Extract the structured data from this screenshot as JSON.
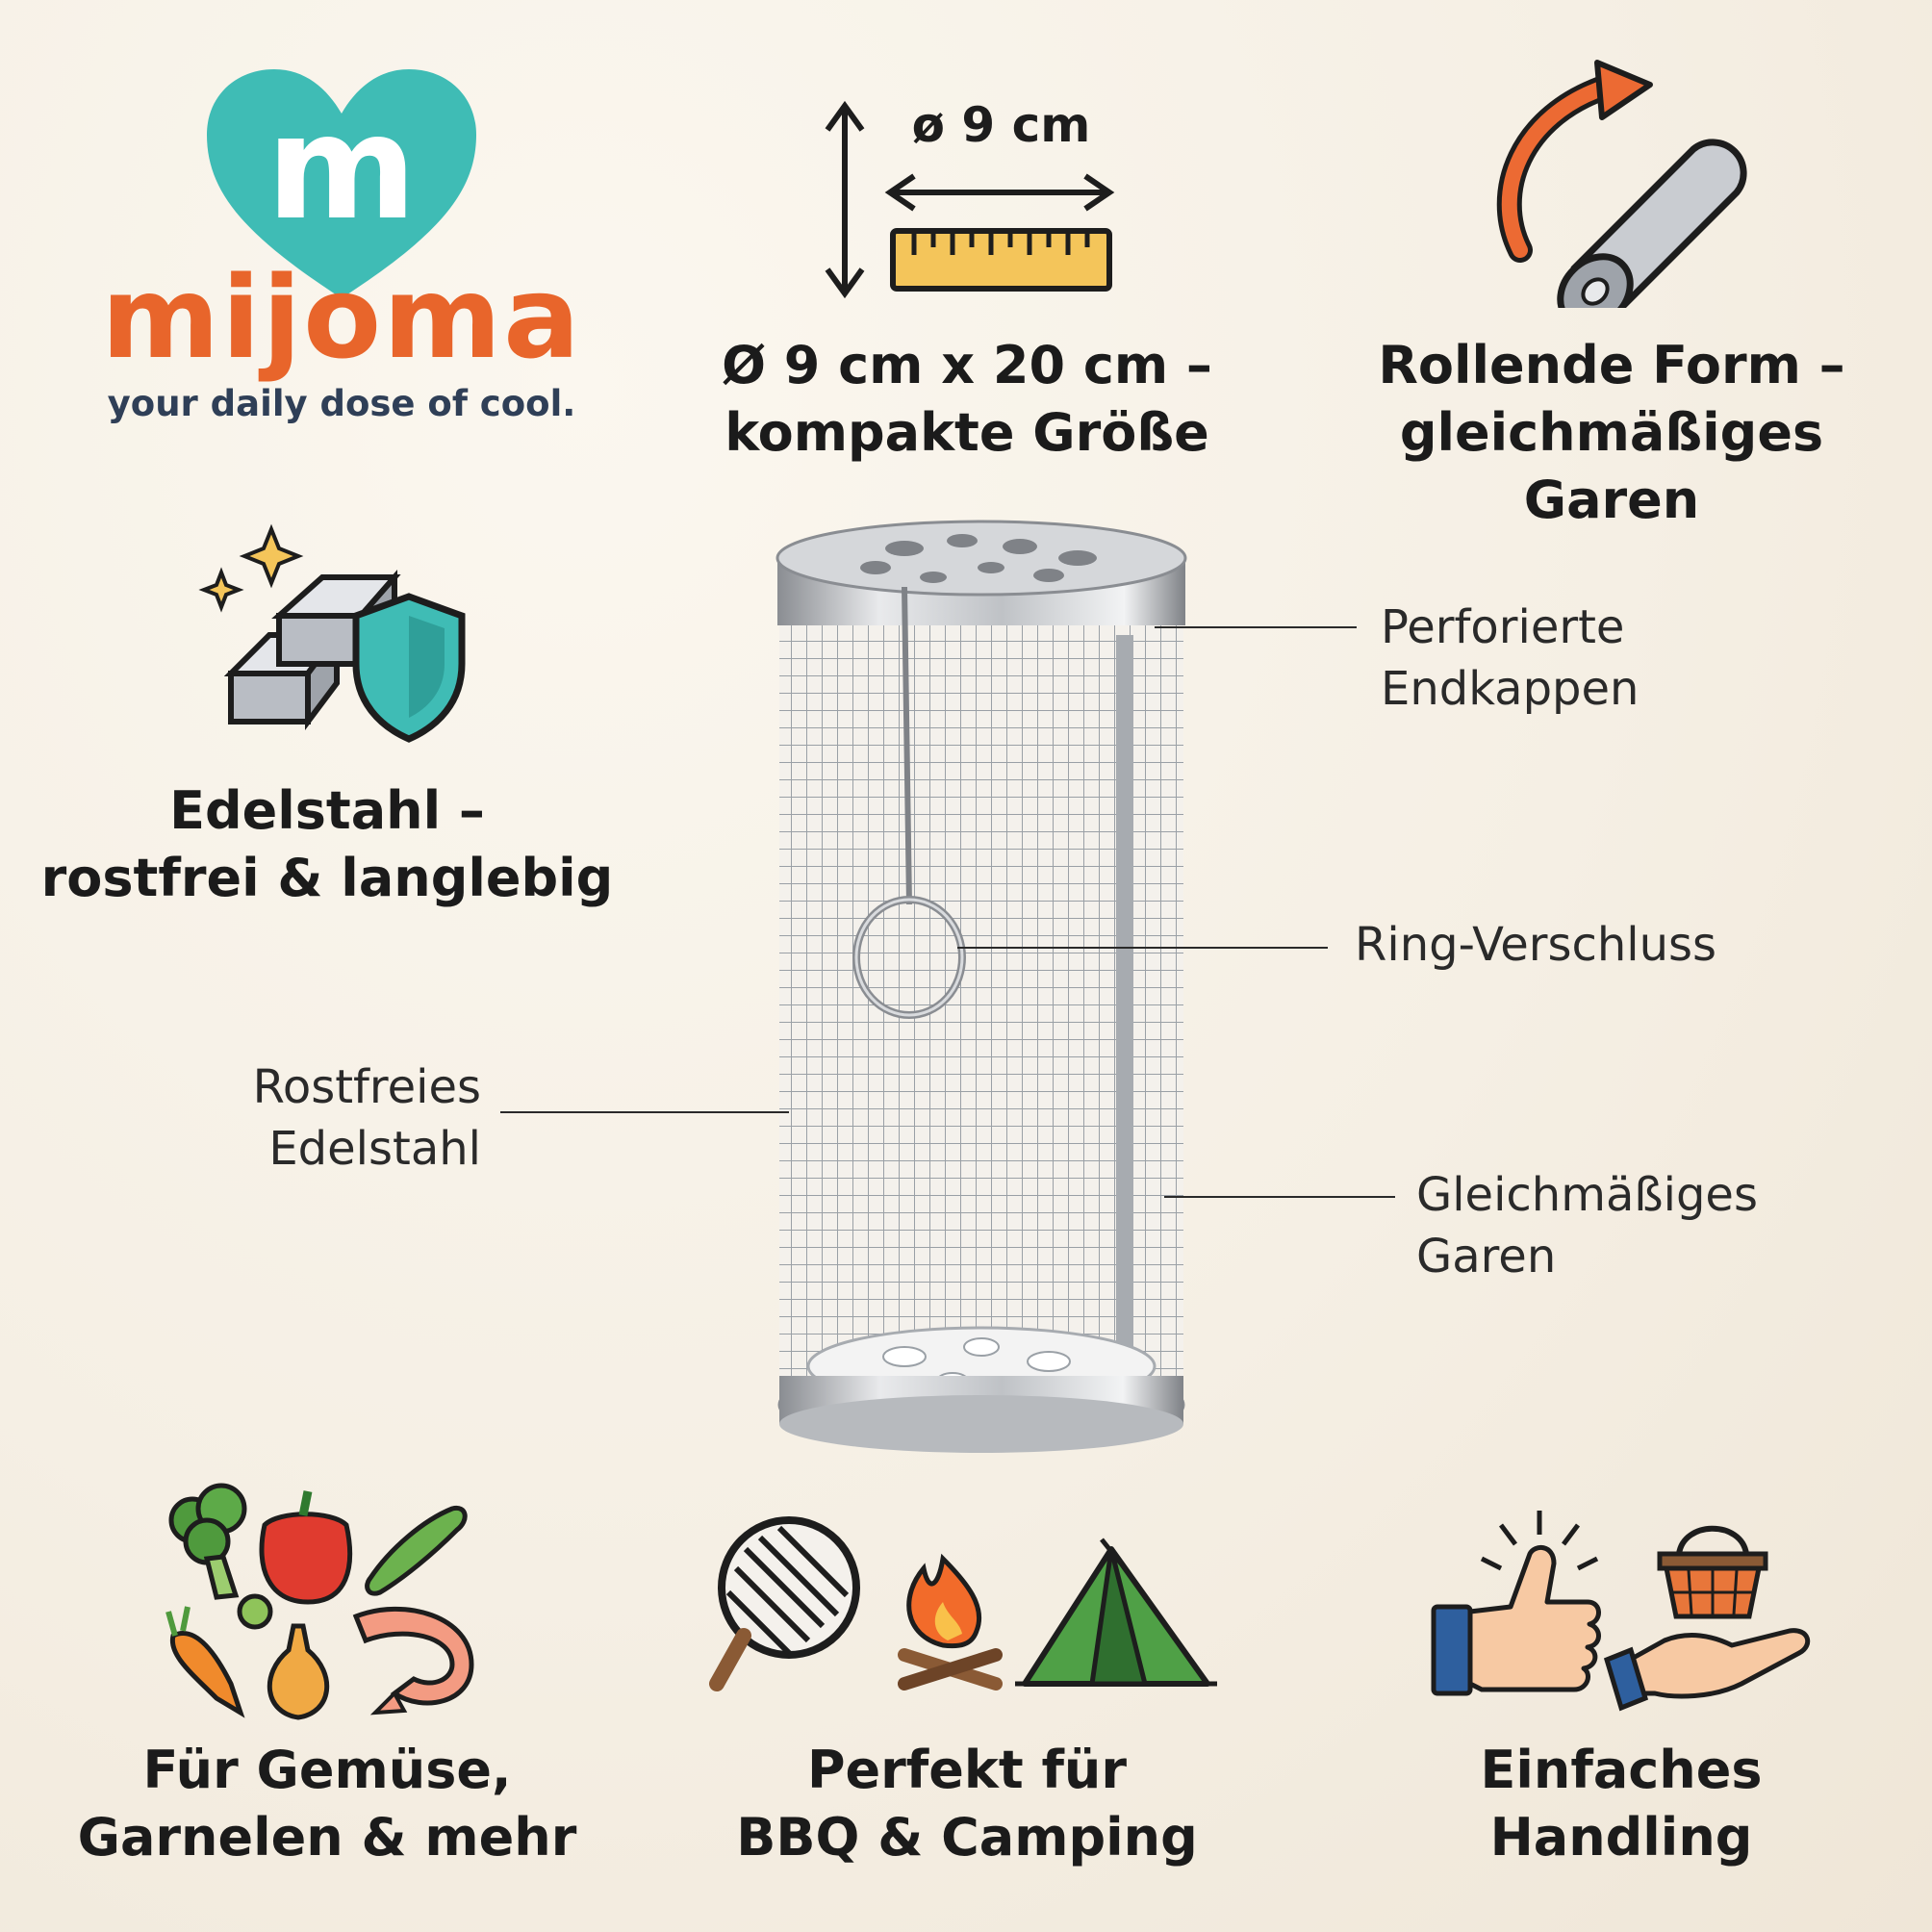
{
  "brand": {
    "logo_letter": "m",
    "name": "mijoma",
    "tagline": "your daily dose of cool.",
    "colors": {
      "heart": "#3fbcb5",
      "name": "#e8652b",
      "tagline": "#2f3f57"
    }
  },
  "features": {
    "size": {
      "dimension_label": "ø 9 cm",
      "line1": "Ø 9 cm x 20 cm –",
      "line2": "kompakte Größe"
    },
    "rolling": {
      "line1": "Rollende Form –",
      "line2": "gleichmäßiges",
      "line3": "Garen"
    },
    "steel": {
      "line1": "Edelstahl –",
      "line2": "rostfrei & langlebig"
    },
    "food": {
      "line1": "Für Gemüse,",
      "line2": "Garnelen & mehr"
    },
    "bbq": {
      "line1": "Perfekt für",
      "line2": "BBQ & Camping"
    },
    "handling": {
      "line1": "Einfaches",
      "line2": "Handling"
    }
  },
  "callouts": {
    "endcaps": {
      "line1": "Perforierte",
      "line2": "Endkappen"
    },
    "ring": {
      "line1": "Ring-Verschluss"
    },
    "stainless": {
      "line1": "Rostfreies",
      "line2": "Edelstahl"
    },
    "even": {
      "line1": "Gleichmäßiges",
      "line2": "Garen"
    }
  }
}
